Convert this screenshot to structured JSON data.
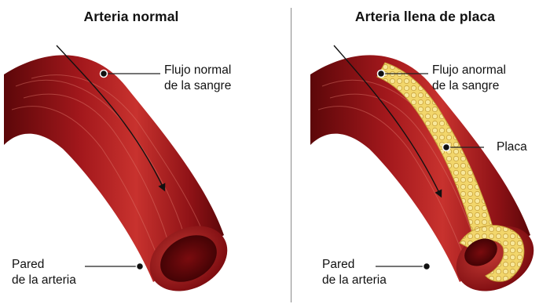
{
  "panels": {
    "normal": {
      "title": "Arteria normal",
      "flow_label_line1": "Flujo normal",
      "flow_label_line2": "de la sangre",
      "wall_label_line1": "Pared",
      "wall_label_line2": "de la arteria"
    },
    "plaque": {
      "title": "Arteria llena de placa",
      "flow_label_line1": "Flujo anormal",
      "flow_label_line2": "de la sangre",
      "plaque_label": "Placa",
      "wall_label_line1": "Pared",
      "wall_label_line2": "de la arteria"
    }
  },
  "colors": {
    "artery_dark": "#6e0b0e",
    "artery_mid": "#a3181c",
    "artery_light": "#d9564b",
    "lumen": "#5a0508",
    "plaque": "#f2d66b",
    "plaque_edge": "#c9a23a",
    "leader_line": "#222222"
  }
}
